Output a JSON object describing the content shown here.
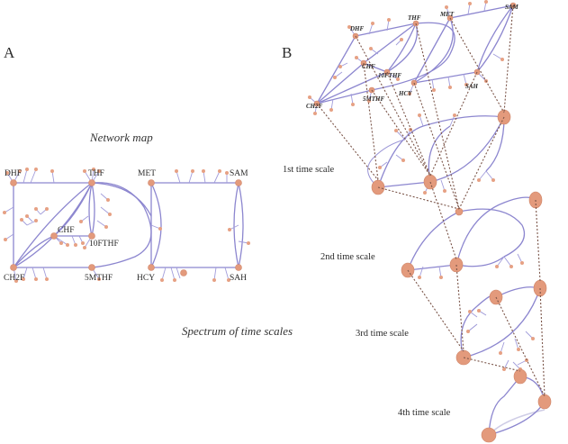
{
  "panel_a": {
    "letter": "A",
    "caption": "Network map",
    "nodes": {
      "dhf": "DHF",
      "thf": "THF",
      "chf": "CHF",
      "fthf": "10FTHF",
      "ch2f": "CH2F",
      "mthf": "5MTHF",
      "met": "MET",
      "sam": "SAM",
      "hcy": "HCY",
      "sah": "SAH"
    }
  },
  "panel_b": {
    "letter": "B",
    "caption": "Spectrum of time scales",
    "plane_nodes": {
      "dhf": "DHF",
      "thf": "THF",
      "chf": "CHF",
      "fthf": "10FTHF",
      "ch2f": "CH2F",
      "mthf": "5MTHF",
      "met": "MET",
      "sam": "SAM",
      "hcy": "HCY",
      "sah": "SAH"
    },
    "time_scales": [
      "1st time scale",
      "2nd time scale",
      "3rd time scale",
      "4th time scale"
    ]
  },
  "colors": {
    "node": "#e39a7c",
    "edge": "#8c86cf",
    "arrow": "#7a5448"
  }
}
